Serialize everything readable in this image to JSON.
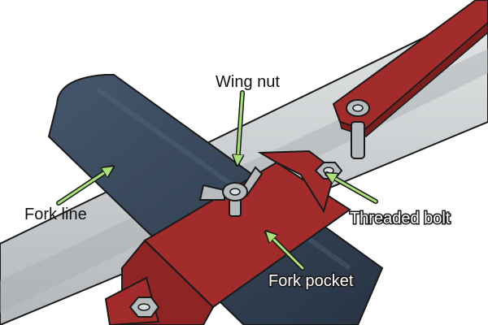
{
  "labels": {
    "wing_nut": "Wing nut",
    "fork_line": "Fork line",
    "threaded_bolt": "Threaded bolt",
    "fork_pocket": "Fork pocket"
  },
  "colors": {
    "background": "#ffffff",
    "rail_metal": "#d5d7d8",
    "rail_shadow": "#a9adb0",
    "fork_tine": "#2f3d4f",
    "fork_tine_highlight": "#45566c",
    "pocket_red": "#a22b2b",
    "pocket_red_shade": "#7d1e1e",
    "hardware_grey": "#b9bcbe",
    "arrow_green": "#a9e07a",
    "outline": "#1a1a1a"
  },
  "icons": {
    "wing_nut": "wing-nut-icon",
    "hex_nut": "hex-nut-icon",
    "bolt": "bolt-icon"
  }
}
